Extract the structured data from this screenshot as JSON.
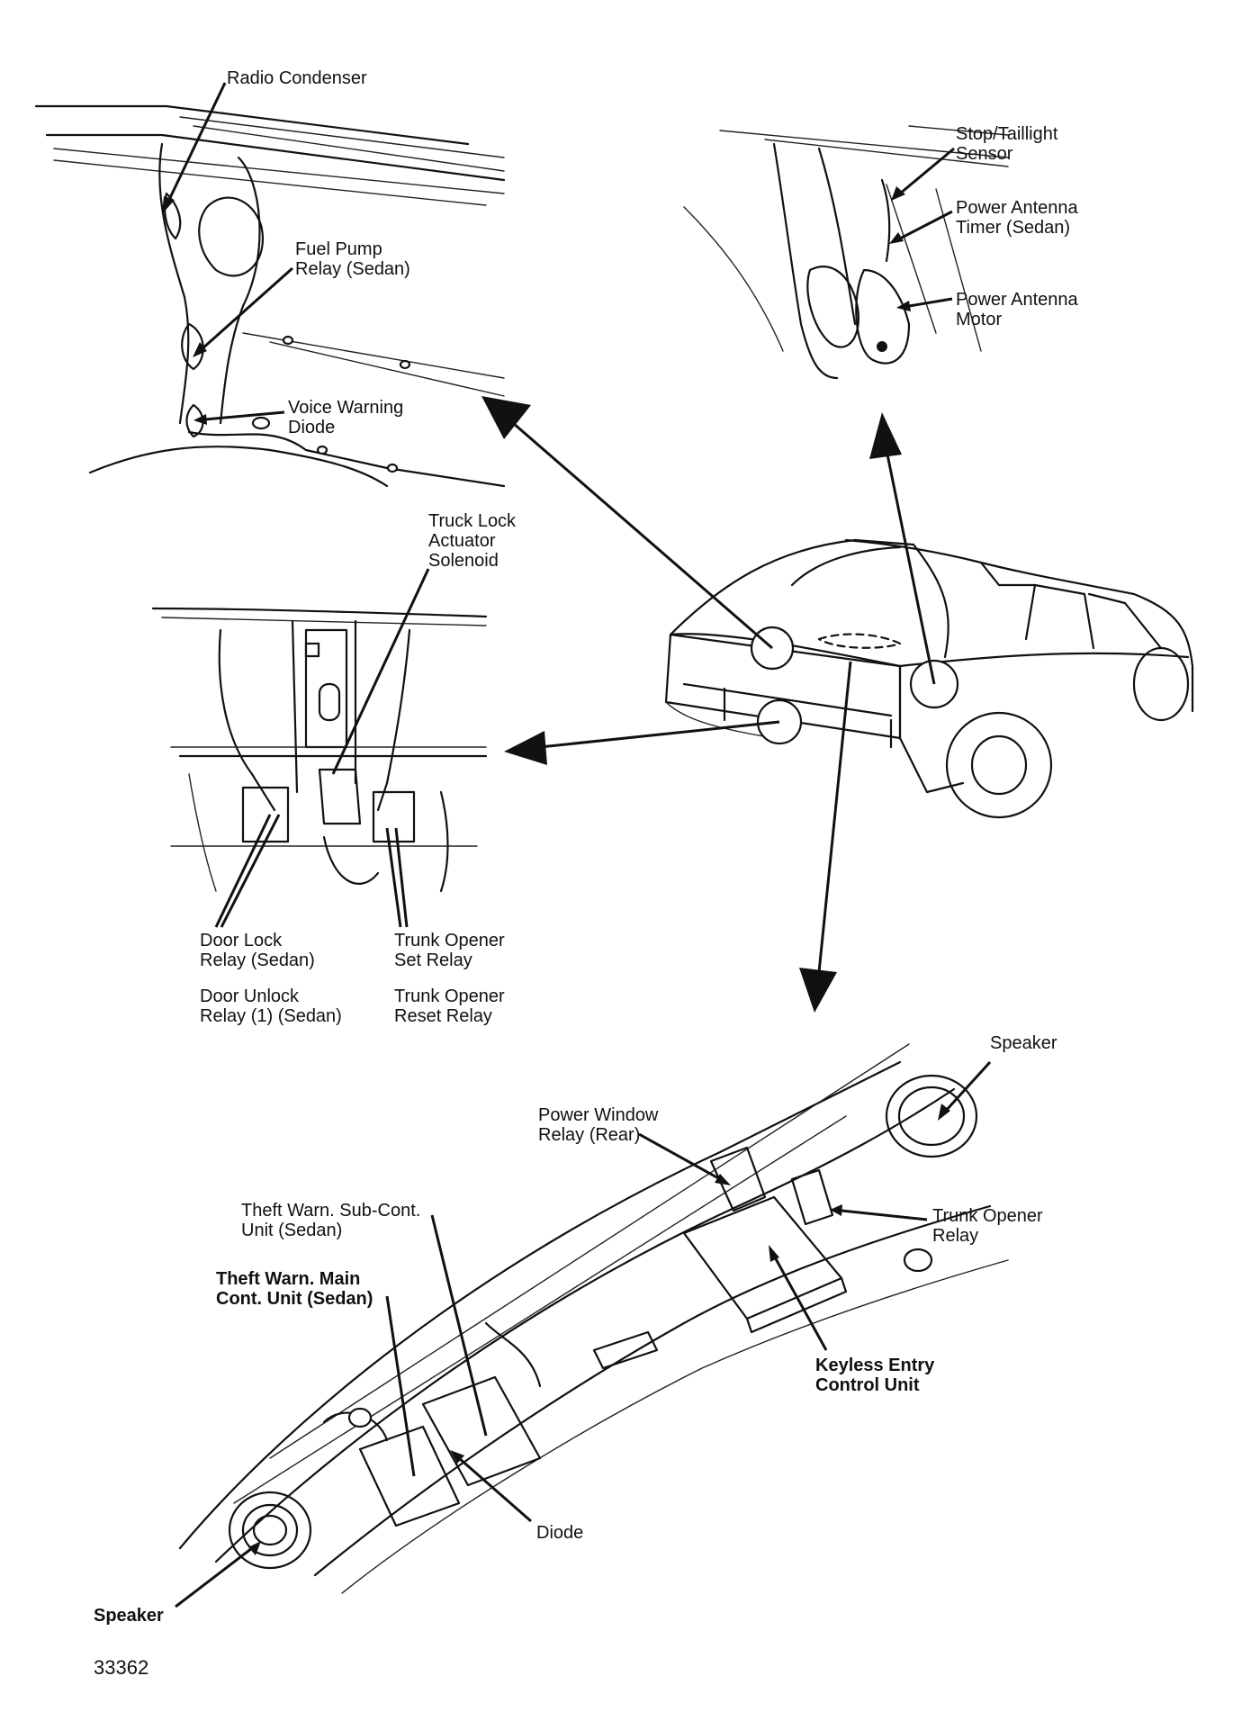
{
  "figure_number": "33362",
  "labels": {
    "radio_condenser": "Radio Condenser",
    "fuel_pump_relay": "Fuel Pump\nRelay (Sedan)",
    "voice_warning_diode": "Voice Warning\nDiode",
    "stop_taillight_sensor": "Stop/Taillight\nSensor",
    "power_antenna_timer": "Power Antenna\nTimer (Sedan)",
    "power_antenna_motor": "Power Antenna\nMotor",
    "truck_lock_actuator": "Truck Lock\nActuator\nSolenoid",
    "door_lock_relay": "Door Lock\nRelay (Sedan)",
    "trunk_opener_set_relay": "Trunk Opener\nSet Relay",
    "door_unlock_relay": "Door Unlock\nRelay (1) (Sedan)",
    "trunk_opener_reset_relay": "Trunk Opener\nReset Relay",
    "speaker_right": "Speaker",
    "power_window_relay": "Power Window\nRelay (Rear)",
    "trunk_opener_relay": "Trunk Opener\nRelay",
    "theft_sub_unit": "Theft Warn. Sub-Cont.\nUnit (Sedan)",
    "theft_main_unit": "Theft Warn. Main\nCont. Unit (Sedan)",
    "keyless_entry": "Keyless Entry\nControl Unit",
    "diode": "Diode",
    "speaker_left": "Speaker"
  }
}
